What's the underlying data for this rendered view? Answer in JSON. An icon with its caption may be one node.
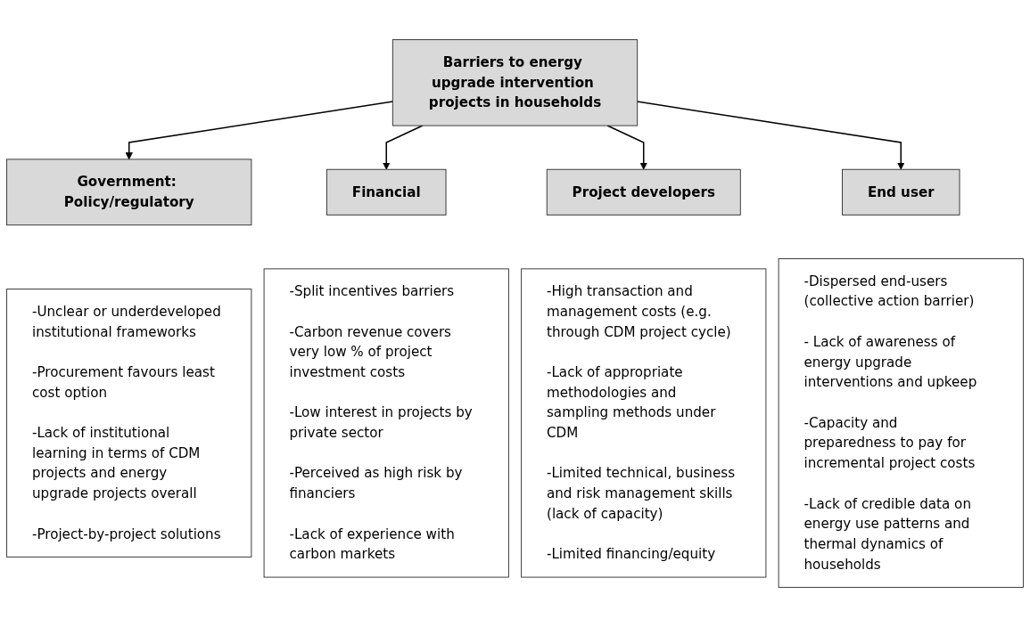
{
  "diagram": {
    "nodes": [
      {
        "text": [
          "Barriers to energy upgrade intervention projects in households"
        ]
      },
      {
        "text": [
          "Government: Policy/regulatory"
        ]
      },
      {
        "text": [
          "Financial"
        ]
      },
      {
        "text": [
          "Project developers"
        ]
      },
      {
        "text": [
          "End user"
        ]
      },
      {
        "text": [
          "-Unclear or underdeveloped institutional frameworks",
          "-Procurement favours least cost option",
          "-Lack of institutional learning in terms of CDM projects and energy upgrade projects overall",
          "-Project-by-project solutions"
        ]
      },
      {
        "text": [
          "-Split incentives barriers",
          "-Carbon revenue covers very low % of project investment costs",
          "-Low interest in projects by private sector",
          "-Perceived as high risk by financiers",
          "-Lack of experience with carbon markets"
        ]
      },
      {
        "text": [
          "-High transaction and management costs (e.g. through CDM project cycle)",
          "-Lack of appropriate methodologies and sampling methods under CDM",
          "-Limited technical, business and risk management skills (lack of capacity)",
          "-Limited financing/equity"
        ]
      },
      {
        "text": [
          "-Dispersed end-users (collective action barrier)",
          "- Lack of awareness of energy upgrade interventions and upkeep",
          "-Capacity and preparedness to pay for incremental project costs",
          "-Lack of credible data on energy use patterns and thermal dynamics of households"
        ]
      }
    ],
    "edges": [
      {
        "from": 0,
        "to": 1,
        "arrow": "to"
      },
      {
        "from": 0,
        "to": 2,
        "arrow": "to"
      },
      {
        "from": 0,
        "to": 3,
        "arrow": "to"
      },
      {
        "from": 0,
        "to": 4,
        "arrow": "to"
      }
    ]
  }
}
